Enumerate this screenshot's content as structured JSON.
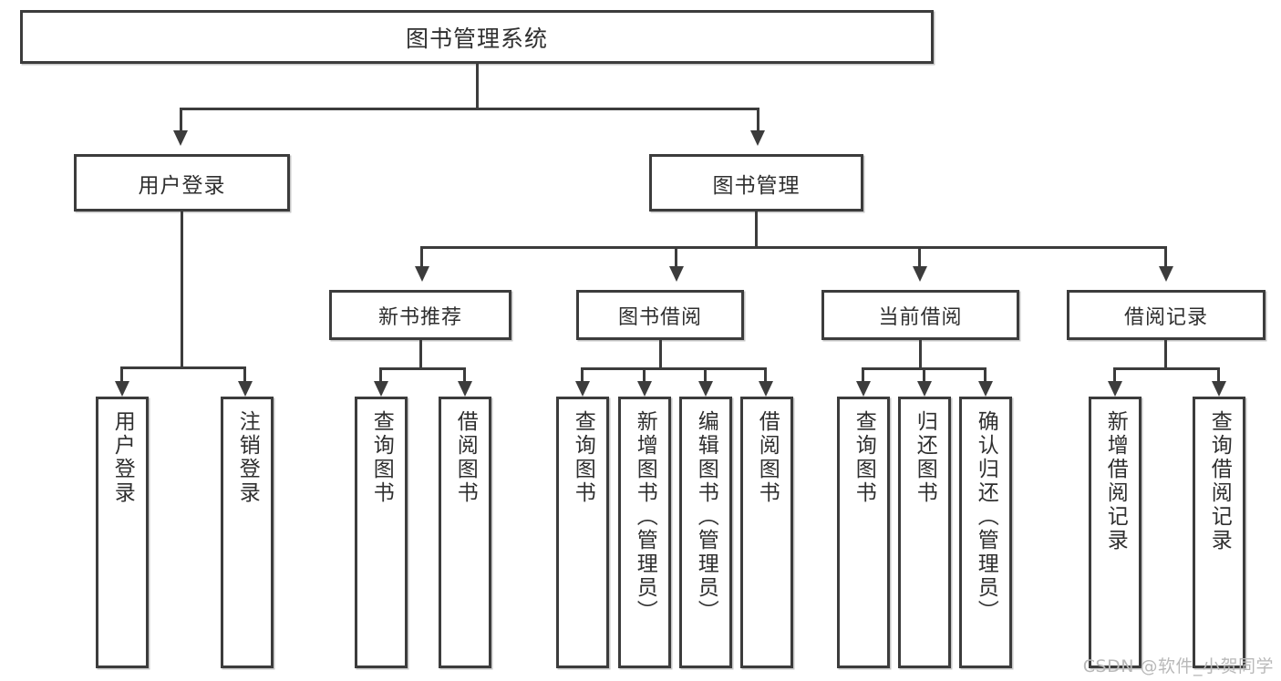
{
  "diagram": {
    "type": "tree",
    "title": "图书管理系统",
    "watermark": "CSDN @软件_小贺同学",
    "colors": {
      "box_border": "#3c3c3c",
      "box_fill": "#ffffff",
      "connector": "#3c3c3c",
      "text": "#2f2f2f",
      "watermark": "#b9b9b9"
    },
    "root": {
      "label": "图书管理系统"
    },
    "level2": [
      {
        "label": "用户登录"
      },
      {
        "label": "图书管理"
      }
    ],
    "level3": [
      {
        "label": "新书推荐"
      },
      {
        "label": "图书借阅"
      },
      {
        "label": "当前借阅"
      },
      {
        "label": "借阅记录"
      }
    ],
    "leaves": {
      "user_login": [
        {
          "label": "用户登录"
        },
        {
          "label": "注销登录"
        }
      ],
      "new_book_recommend": [
        {
          "label": "查询图书"
        },
        {
          "label": "借阅图书"
        }
      ],
      "book_borrow": [
        {
          "label": "查询图书"
        },
        {
          "label": "新增图书（管理员）"
        },
        {
          "label": "编辑图书（管理员）"
        },
        {
          "label": "借阅图书"
        }
      ],
      "current_borrow": [
        {
          "label": "查询图书"
        },
        {
          "label": "归还图书"
        },
        {
          "label": "确认归还（管理员）"
        }
      ],
      "borrow_record": [
        {
          "label": "新增借阅记录"
        },
        {
          "label": "查询借阅记录"
        }
      ]
    }
  }
}
